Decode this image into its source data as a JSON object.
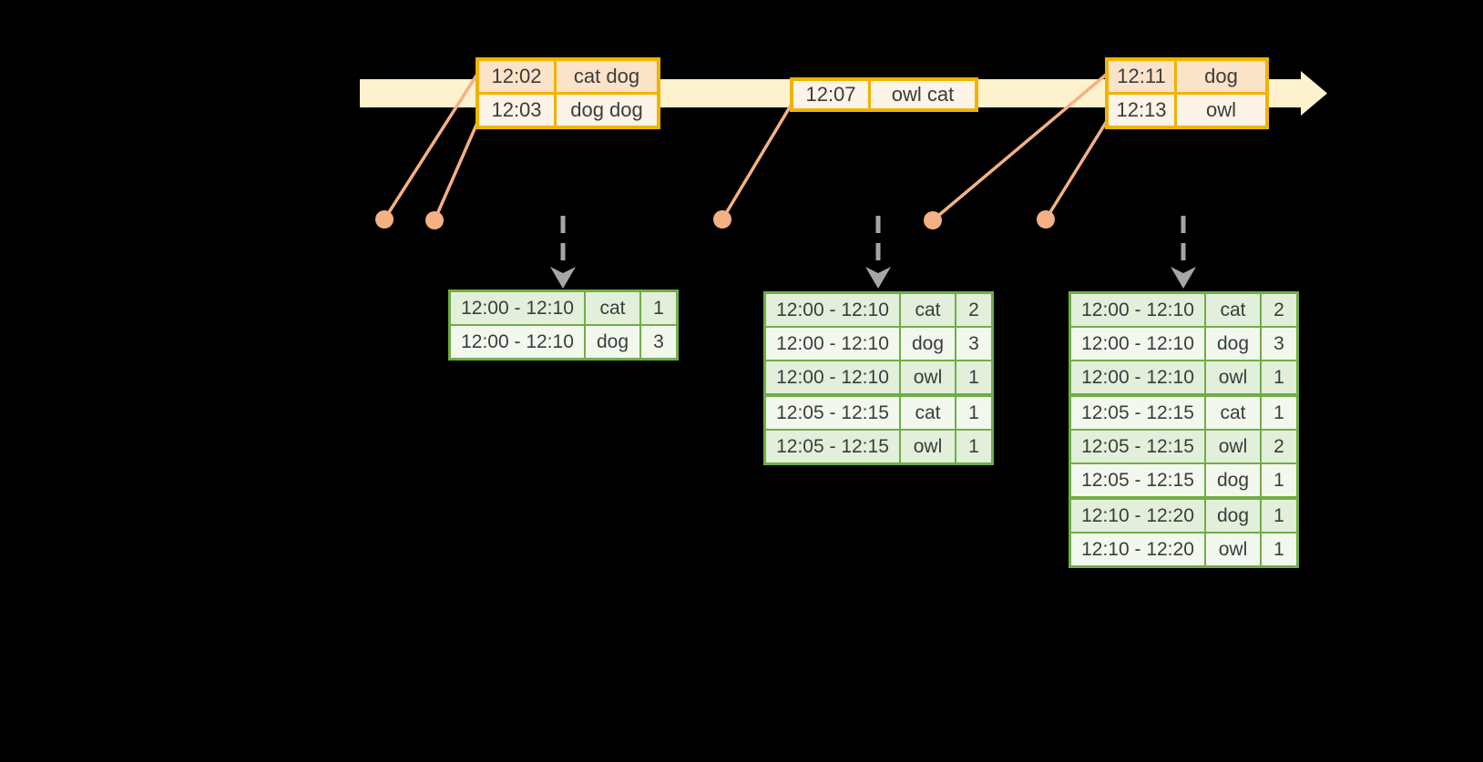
{
  "colors": {
    "background": "#000000",
    "timeline-fill": "#FDF2CD",
    "gold": "#F2B200",
    "event-row-dark": "#FAE3C8",
    "event-row-light": "#FDF3E6",
    "connector-orange": "#F4B183",
    "arrow-gray": "#A6A6A6",
    "green": "#70AD47",
    "result-row-dark": "#E2EFDA",
    "result-row-light": "#F3F8EE",
    "text": "#3C3C3C"
  },
  "event_tables": [
    {
      "rows": [
        {
          "time": "12:02",
          "words": "cat dog"
        },
        {
          "time": "12:03",
          "words": "dog dog"
        }
      ]
    },
    {
      "rows": [
        {
          "time": "12:07",
          "words": "owl cat"
        }
      ]
    },
    {
      "rows": [
        {
          "time": "12:11",
          "words": "dog"
        },
        {
          "time": "12:13",
          "words": "owl"
        }
      ]
    }
  ],
  "result_tables": [
    {
      "rows": [
        {
          "window": "12:00 - 12:10",
          "word": "cat",
          "count": "1"
        },
        {
          "window": "12:00 - 12:10",
          "word": "dog",
          "count": "3"
        }
      ]
    },
    {
      "rows": [
        {
          "window": "12:00 - 12:10",
          "word": "cat",
          "count": "2"
        },
        {
          "window": "12:00 - 12:10",
          "word": "dog",
          "count": "3"
        },
        {
          "window": "12:00 - 12:10",
          "word": "owl",
          "count": "1"
        },
        {
          "window": "12:05 - 12:15",
          "word": "cat",
          "count": "1"
        },
        {
          "window": "12:05 - 12:15",
          "word": "owl",
          "count": "1"
        }
      ]
    },
    {
      "rows": [
        {
          "window": "12:00 - 12:10",
          "word": "cat",
          "count": "2"
        },
        {
          "window": "12:00 - 12:10",
          "word": "dog",
          "count": "3"
        },
        {
          "window": "12:00 - 12:10",
          "word": "owl",
          "count": "1"
        },
        {
          "window": "12:05 - 12:15",
          "word": "cat",
          "count": "1"
        },
        {
          "window": "12:05 - 12:15",
          "word": "owl",
          "count": "2"
        },
        {
          "window": "12:05 - 12:15",
          "word": "dog",
          "count": "1"
        },
        {
          "window": "12:10 - 12:20",
          "word": "dog",
          "count": "1"
        },
        {
          "window": "12:10 - 12:20",
          "word": "owl",
          "count": "1"
        }
      ]
    }
  ]
}
